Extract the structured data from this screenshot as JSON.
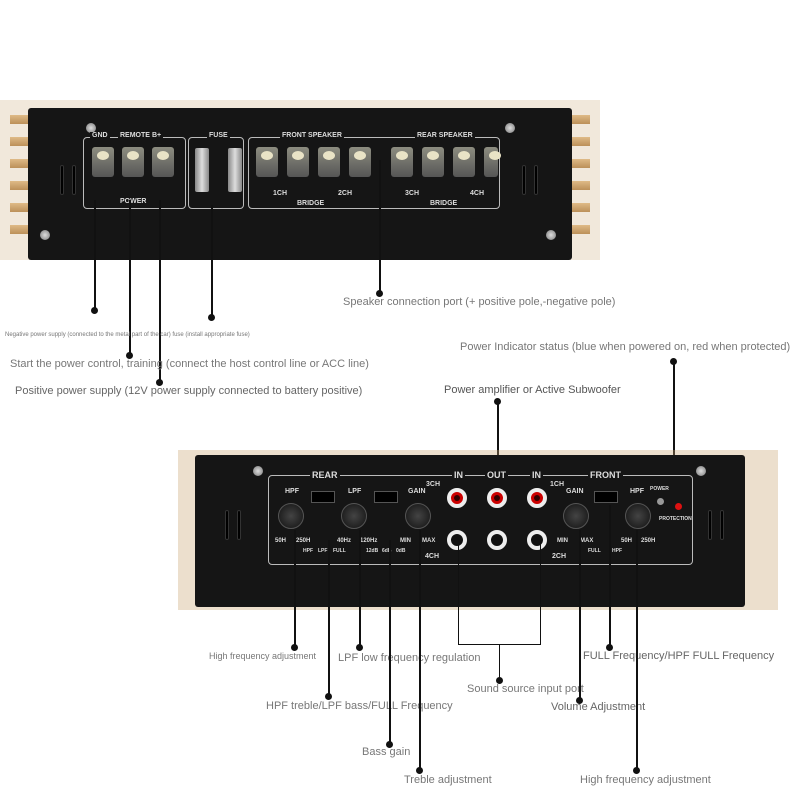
{
  "top_panel": {
    "power_group": {
      "labels": [
        "GND",
        "REMOTE",
        "B+"
      ],
      "caption": "POWER"
    },
    "fuse_label": "FUSE",
    "front_speaker": {
      "title": "FRONT SPEAKER",
      "channels": [
        "1CH",
        "2CH"
      ],
      "bridge": "BRIDGE"
    },
    "rear_speaker": {
      "title": "REAR SPEAKER",
      "channels": [
        "3CH",
        "4CH"
      ],
      "bridge": "BRIDGE"
    }
  },
  "bottom_panel": {
    "rear": "REAR",
    "in_left": "IN",
    "out": "OUT",
    "in_right": "IN",
    "front": "FRONT",
    "hpf": "HPF",
    "lpf": "LPF",
    "gain": "GAIN",
    "ch3": "3CH",
    "ch4": "4CH",
    "ch1": "1CH",
    "ch2": "2CH",
    "hpf_range": [
      "50H",
      "250H"
    ],
    "lpf_range": [
      "40Hz",
      "120Hz"
    ],
    "gain_range": [
      "MIN",
      "MAX"
    ],
    "rear_switch": [
      "HPF",
      "LPF",
      "FULL"
    ],
    "bass_switch": [
      "12dB",
      "6dB",
      "0dB"
    ],
    "front_switch": [
      "FULL",
      "HPF"
    ],
    "power_led": "POWER",
    "protection_led": "PROTECTION"
  },
  "annotations": {
    "speaker_port": "Speaker connection port (+ positive pole,-negative pole)",
    "negative_power": "Negative power supply (connected to the metal part of the car) fuse (install appropriate fuse)",
    "remote": "Start the power control, training (connect the host control line or ACC line)",
    "positive_power": "Positive power supply (12V power supply connected to battery positive)",
    "power_indicator": "Power Indicator status (blue when powered on, red when protected)",
    "output": "Power amplifier or Active Subwoofer",
    "rear_hpf": "High frequency adjustment",
    "lpf": "LPF low frequency regulation",
    "full_hpf": "FULL Frequency/HPF FULL Frequency",
    "rear_switch": "HPF treble/LPF bass/FULL Frequency",
    "sound_input": "Sound source input port",
    "volume": "Volume Adjustment",
    "bass_gain": "Bass gain",
    "treble": "Treble adjustment",
    "front_hpf": "High frequency adjustment"
  },
  "colors": {
    "chassis": "#151515",
    "heatsink": "#c9a36f",
    "rca_out": "#cc0000",
    "text": "#777777"
  }
}
